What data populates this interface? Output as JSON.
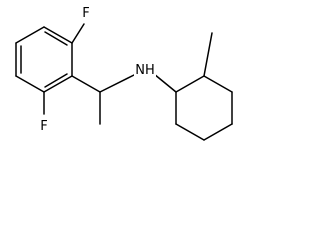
{
  "molecule": {
    "atoms": {
      "fluorine_top": "F",
      "fluorine_bottom": "F",
      "amine": "NH"
    }
  },
  "colors": {
    "bond": "#000000",
    "text": "#000000",
    "background": "#ffffff"
  }
}
